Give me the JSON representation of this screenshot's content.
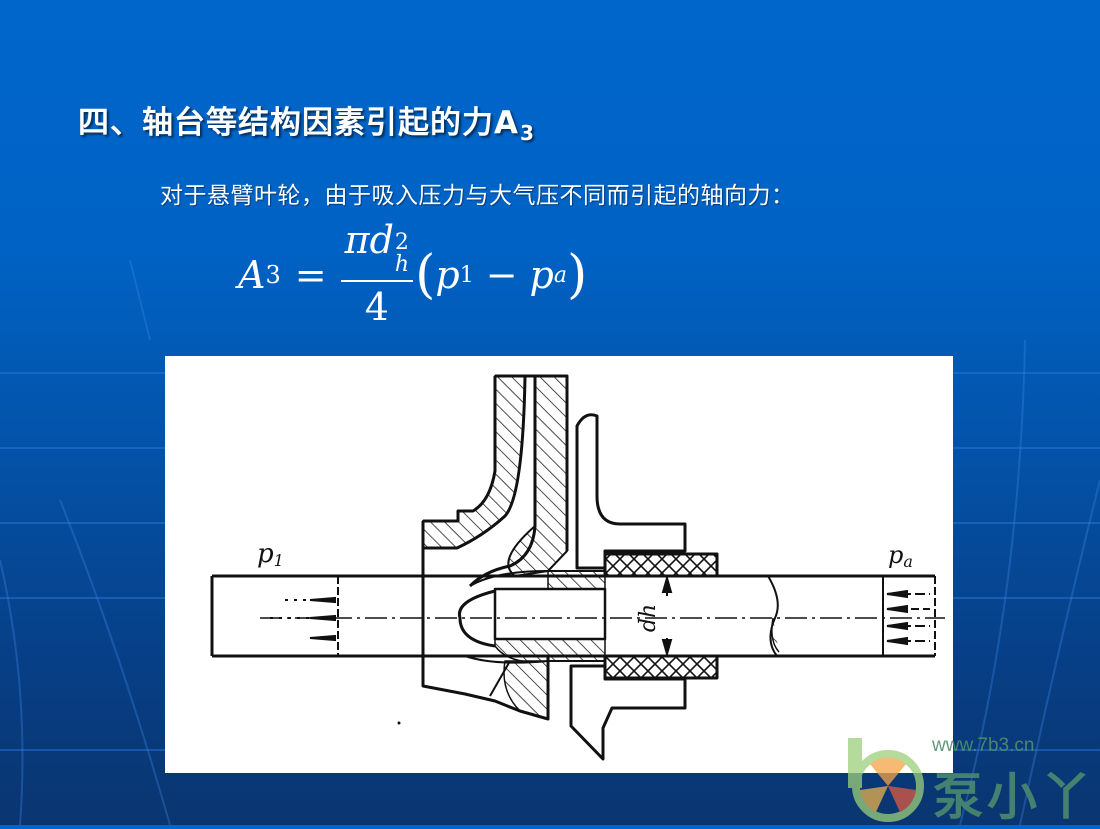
{
  "slide": {
    "title": {
      "text": "四、轴台等结构因素引起的力A",
      "subscript": "3"
    },
    "subtitle": "对于悬臂叶轮，由于吸入压力与大气压不同而引起的轴向力：",
    "formula": {
      "lhs": "A",
      "lhs_sub": "3",
      "equals": "=",
      "numerator_pi": "π",
      "numerator_d": "d",
      "numerator_sup": "2",
      "numerator_sub": "h",
      "denominator": "4",
      "open_paren": "(",
      "p1": "p",
      "p1_sub": "1",
      "minus": "−",
      "pa": "p",
      "pa_sub": "a",
      "close_paren": ")"
    },
    "diagram": {
      "label_left_pressure": "p1",
      "label_right_pressure": "pa",
      "label_diameter": "dh",
      "colors": {
        "line": "#111111",
        "background": "#ffffff"
      }
    },
    "watermark": {
      "url": "www.7b3.cn",
      "brand": "泵小丫",
      "color": "#4f8f6e"
    },
    "colors": {
      "background_top": "#0066cc",
      "background_bottom": "#0a3570",
      "text": "#ffffff"
    }
  }
}
